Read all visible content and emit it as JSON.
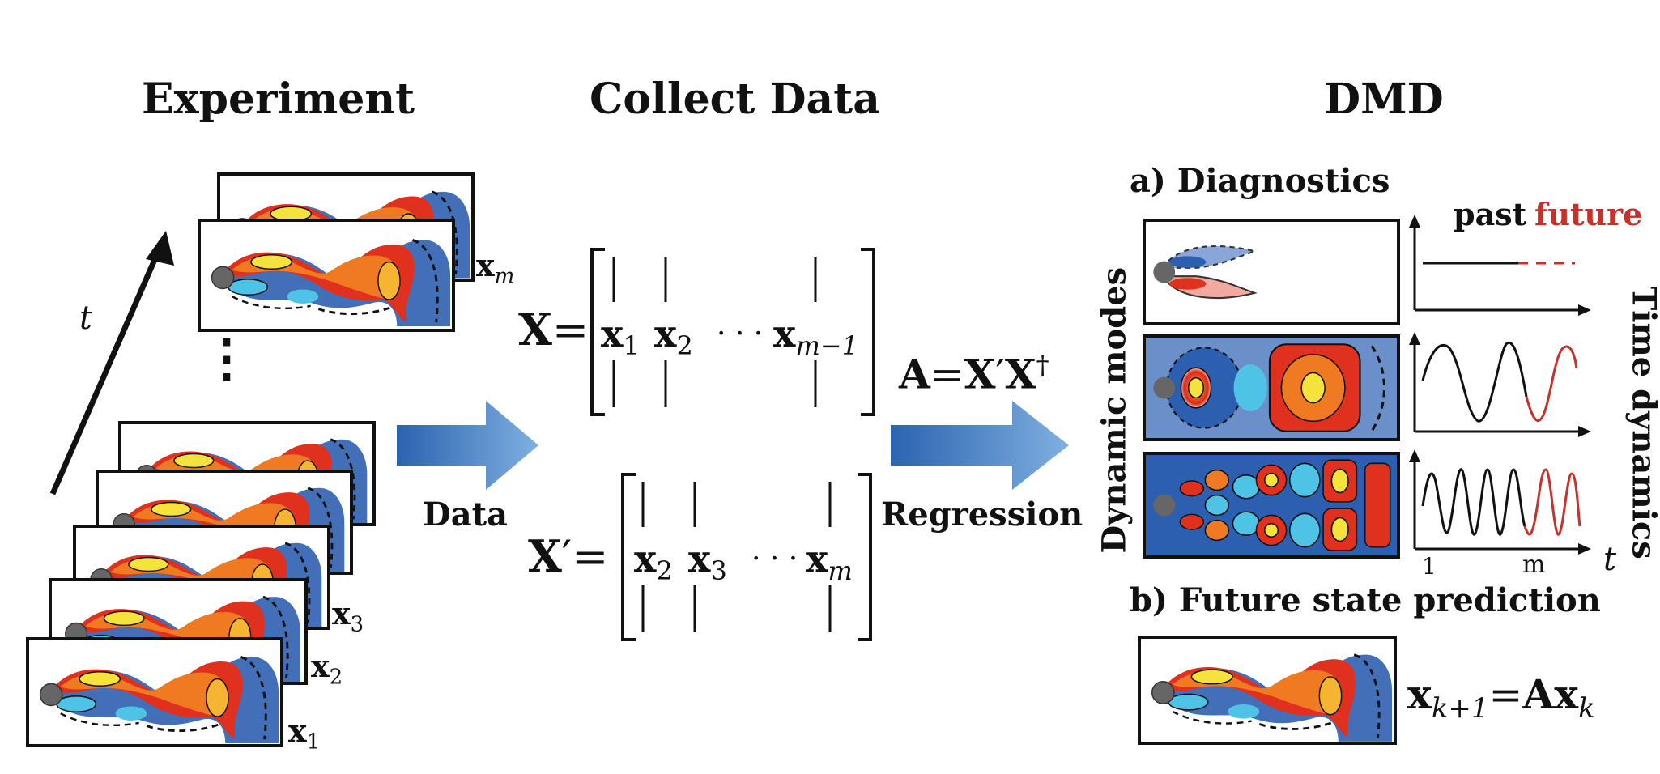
{
  "headings": {
    "experiment": "Experiment",
    "collect_data": "Collect Data",
    "dmd": "DMD"
  },
  "experiment": {
    "time_label": "t",
    "ellipsis": "⋮",
    "snapshot_labels": {
      "x1": {
        "base": "x",
        "sub": "1"
      },
      "x2": {
        "base": "x",
        "sub": "2"
      },
      "x3": {
        "base": "x",
        "sub": "3"
      },
      "xm": {
        "base": "x",
        "sub": "m"
      }
    }
  },
  "arrows": {
    "data_label": "Data",
    "regression_label": "Regression"
  },
  "matrices": {
    "X": {
      "lhs": "X",
      "eq": "=",
      "cols": [
        {
          "base": "x",
          "sub": "1"
        },
        {
          "base": "x",
          "sub": "2"
        },
        {
          "dots": "· · ·"
        },
        {
          "base": "x",
          "sub": "m−1"
        }
      ]
    },
    "Xp": {
      "lhs": "X",
      "prime": "′",
      "eq": "=",
      "cols": [
        {
          "base": "x",
          "sub": "2"
        },
        {
          "base": "x",
          "sub": "3"
        },
        {
          "dots": "· · ·"
        },
        {
          "base": "x",
          "sub": "m"
        }
      ]
    },
    "regression_eq": {
      "lhs": "A",
      "eq": "=",
      "t1": "X",
      "prime": "′",
      "t2": "X",
      "dagger": "†"
    }
  },
  "dmd": {
    "diagnostics_title": "a) Diagnostics",
    "dynamic_modes_label": "Dynamic modes",
    "time_dynamics_label": "Time dynamics",
    "legend_past": "past",
    "legend_future": "future",
    "axis_tick_1": "1",
    "axis_tick_m": "m",
    "axis_t": "t",
    "prediction_title": "b) Future state prediction",
    "prediction_eq": {
      "lhs_base": "x",
      "lhs_sub": "k+1",
      "eq": "=",
      "A": "A",
      "rhs_base": "x",
      "rhs_sub": "k"
    }
  },
  "colors": {
    "past_line": "#111111",
    "future_line": "#c8302a",
    "arrow_blue": "#3a78c2",
    "vortex_red": "#e0301e",
    "vortex_orange": "#f07a22",
    "vortex_yellow": "#f5e23a",
    "vortex_blue": "#2d5fb0",
    "vortex_cyan": "#4ec3e6"
  }
}
